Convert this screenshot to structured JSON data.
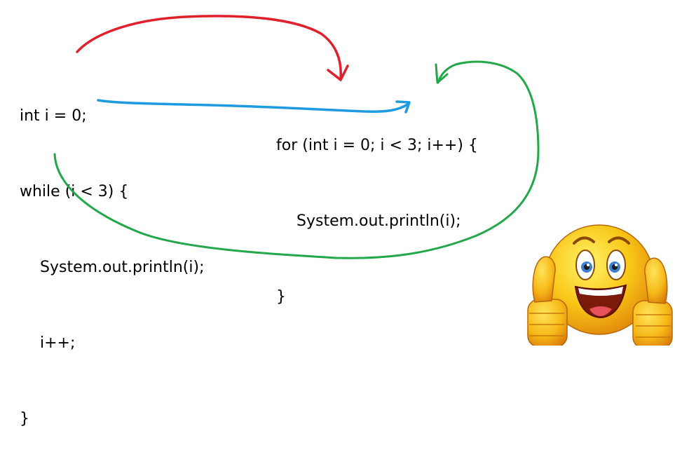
{
  "while_code": {
    "lines": [
      "int i = 0;",
      "while (i < 3) {",
      "System.out.println(i);",
      "i++;",
      "}"
    ]
  },
  "for_code": {
    "lines": [
      "for (int i = 0; i < 3; i++) {",
      "System.out.println(i);",
      "}"
    ]
  },
  "arrows": {
    "init": {
      "color": "#e0202a",
      "from": "int i = 0;",
      "to": "int i = 0"
    },
    "condition": {
      "color": "#1e9be0",
      "from": "i < 3",
      "to": "i < 3"
    },
    "increment": {
      "color": "#22a84a",
      "from": "i++;",
      "to": "i++"
    }
  },
  "emoji": {
    "name": "thumbs-up-smiley"
  }
}
